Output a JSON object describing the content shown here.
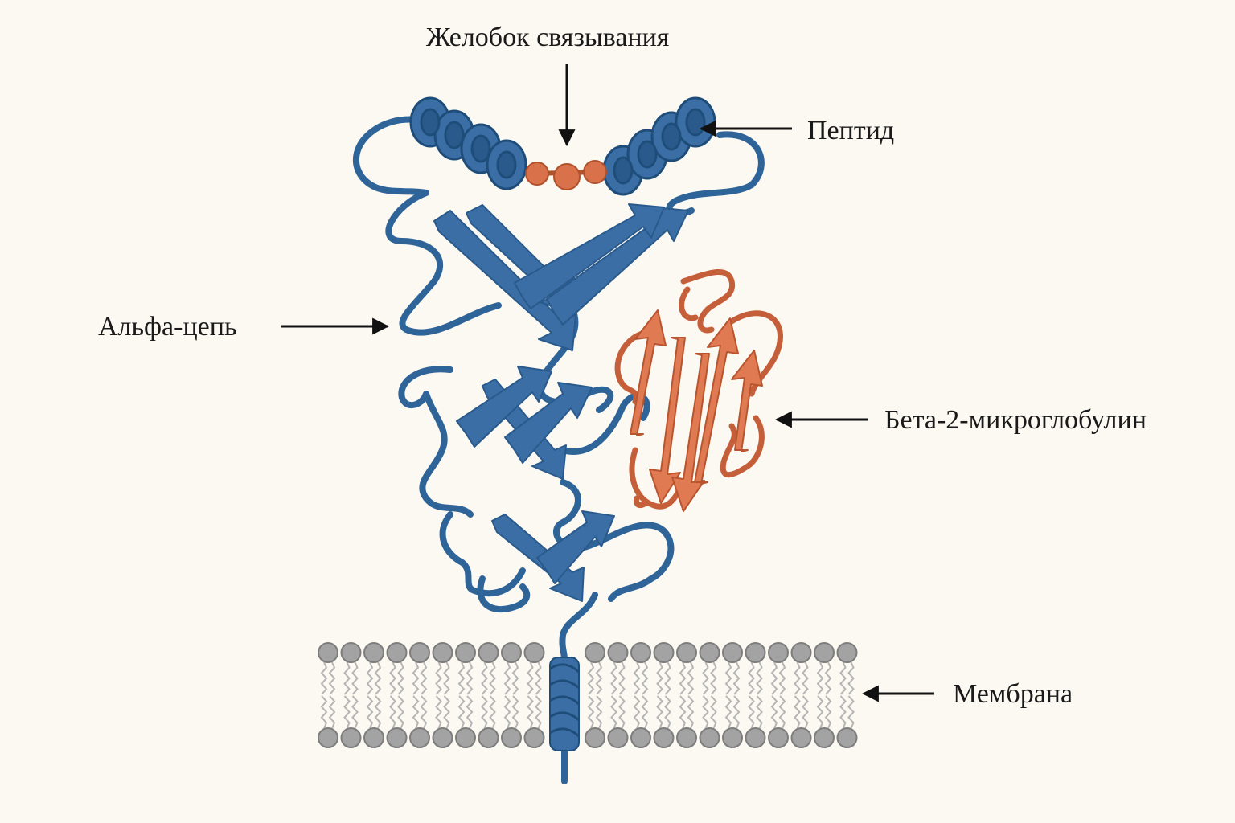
{
  "labels": {
    "binding_groove": "Желобок связывания",
    "peptide": "Пептид",
    "alpha_chain": "Альфа-цепь",
    "beta2_microglobulin": "Бета-2-микроглобулин",
    "membrane": "Мембрана"
  },
  "colors": {
    "background": "#fbf9f1",
    "alpha_chain": "#3a6ea5",
    "beta2_microglobulin": "#d9714a",
    "peptide": "#d9714a",
    "membrane_head": "#9a9a9a"
  }
}
